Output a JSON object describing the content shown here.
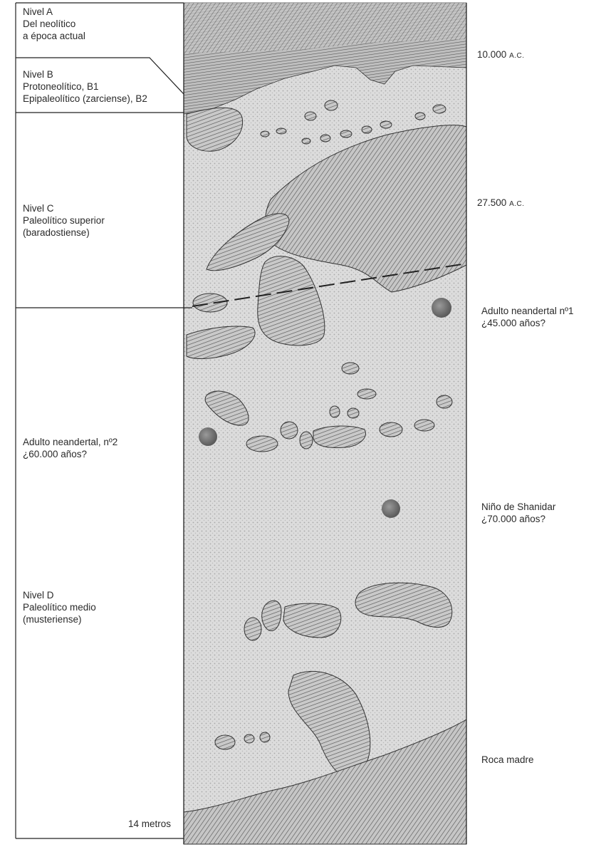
{
  "levels": {
    "a": {
      "name": "Nivel A",
      "line1": "Del neolítico",
      "line2": "a época actual"
    },
    "b": {
      "name": "Nivel B",
      "line1": "Protoneolítico, B1",
      "line2": "Epipaleolítico (zarciense), B2"
    },
    "c": {
      "name": "Nivel C",
      "line1": "Paleolítico superior",
      "line2": "(baradostiense)"
    },
    "d": {
      "name": "Nivel D",
      "line1": "Paleolítico medio",
      "line2": "(musteriense)"
    }
  },
  "dates": {
    "d10000": {
      "value": "10.000",
      "era": "A.C."
    },
    "d27500": {
      "value": "27.500",
      "era": "A.C."
    }
  },
  "finds": {
    "adult1": {
      "line1": "Adulto neandertal nº1",
      "line2": "¿45.000 años?"
    },
    "adult2": {
      "line1": "Adulto neandertal, nº2",
      "line2": "¿60.000 años?"
    },
    "child": {
      "line1": "Niño de Shanidar",
      "line2": "¿70.000 años?"
    }
  },
  "bedrock": "Roca madre",
  "scale": "14 metros",
  "colors": {
    "sediment": "#d9d9d9",
    "rock": "#bdbdbd",
    "burial": "#7a7a7a",
    "outline": "#333333"
  }
}
